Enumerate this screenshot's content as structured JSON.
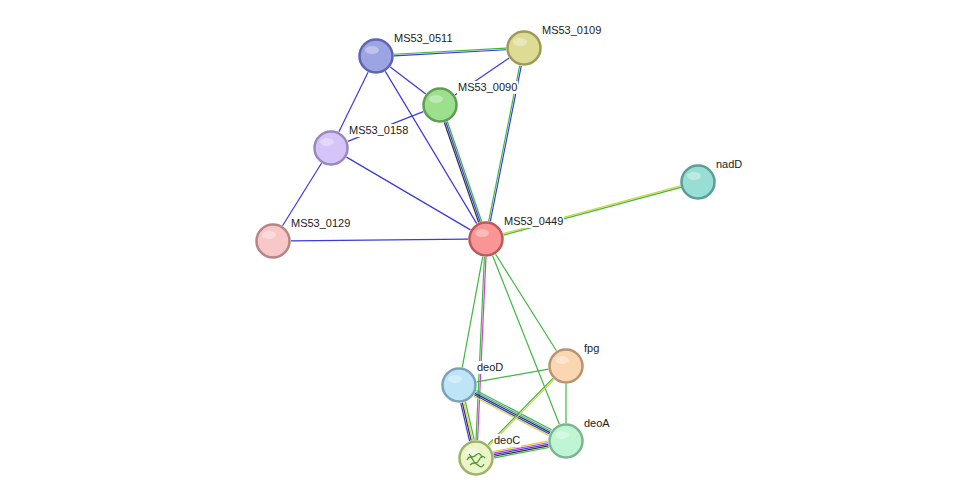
{
  "diagram": {
    "nodes": [
      {
        "text": [
          "MS53_0511"
        ]
      },
      {
        "text": [
          "MS53_0109"
        ]
      },
      {
        "text": [
          "MS53_0090"
        ]
      },
      {
        "text": [
          "MS53_0158"
        ]
      },
      {
        "text": [
          "nadD"
        ]
      },
      {
        "text": [
          "MS53_0129"
        ]
      },
      {
        "text": [
          "MS53_0449"
        ]
      },
      {
        "text": [
          "fpg"
        ]
      },
      {
        "text": [
          "deoD"
        ]
      },
      {
        "text": [
          "deoA"
        ]
      },
      {
        "text": [
          "deoC"
        ]
      }
    ],
    "edges": [
      {
        "from": 0,
        "to": 1,
        "arrow": "none"
      },
      {
        "from": 0,
        "to": 2,
        "arrow": "none"
      },
      {
        "from": 0,
        "to": 3,
        "arrow": "none"
      },
      {
        "from": 0,
        "to": 6,
        "arrow": "none"
      },
      {
        "from": 1,
        "to": 2,
        "arrow": "none"
      },
      {
        "from": 1,
        "to": 6,
        "arrow": "none"
      },
      {
        "from": 2,
        "to": 3,
        "arrow": "none"
      },
      {
        "from": 2,
        "to": 6,
        "arrow": "none"
      },
      {
        "from": 3,
        "to": 5,
        "arrow": "none"
      },
      {
        "from": 3,
        "to": 6,
        "arrow": "none"
      },
      {
        "from": 5,
        "to": 6,
        "arrow": "none"
      },
      {
        "from": 6,
        "to": 4,
        "arrow": "none"
      },
      {
        "from": 6,
        "to": 8,
        "arrow": "none"
      },
      {
        "from": 6,
        "to": 10,
        "arrow": "none"
      },
      {
        "from": 6,
        "to": 9,
        "arrow": "none"
      },
      {
        "from": 6,
        "to": 7,
        "arrow": "none"
      },
      {
        "from": 8,
        "to": 7,
        "arrow": "none"
      },
      {
        "from": 8,
        "to": 9,
        "arrow": "none"
      },
      {
        "from": 8,
        "to": 10,
        "arrow": "none"
      },
      {
        "from": 7,
        "to": 10,
        "arrow": "none"
      },
      {
        "from": 7,
        "to": 9,
        "arrow": "none"
      },
      {
        "from": 10,
        "to": 9,
        "arrow": "none"
      }
    ]
  }
}
